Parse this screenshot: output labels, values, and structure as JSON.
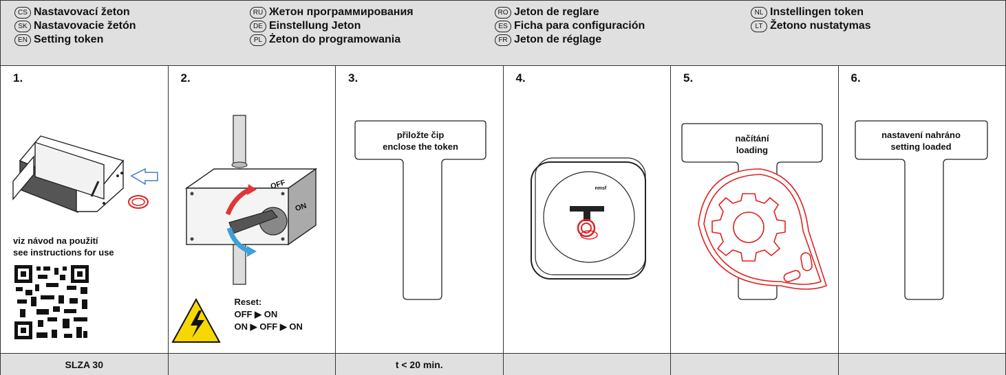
{
  "header": {
    "languages": [
      [
        {
          "code": "CS",
          "title": "Nastavovací žeton"
        },
        {
          "code": "SK",
          "title": "Nastavovacie žetón"
        },
        {
          "code": "EN",
          "title": "Setting token"
        }
      ],
      [
        {
          "code": "RU",
          "title": "Жетон программирования"
        },
        {
          "code": "DE",
          "title": "Einstellung Jeton"
        },
        {
          "code": "PL",
          "title": "Żeton do programowania"
        }
      ],
      [
        {
          "code": "RO",
          "title": "Jeton de reglare"
        },
        {
          "code": "ES",
          "title": "Ficha para configuración"
        },
        {
          "code": "FR",
          "title": "Jeton de réglage"
        }
      ],
      [
        {
          "code": "NL",
          "title": "Instellingen token"
        },
        {
          "code": "LT",
          "title": "Žetono nustatymas"
        }
      ]
    ]
  },
  "steps": [
    {
      "number": "1.",
      "text1": "viz návod na použití",
      "text2": "see instructions for use"
    },
    {
      "number": "2.",
      "reset_title": "Reset:",
      "reset_line1": "OFF ▶ ON",
      "reset_line2": "ON ▶ OFF ▶ ON",
      "switch_off": "OFF",
      "switch_on": "ON"
    },
    {
      "number": "3.",
      "label1": "přiložte čip",
      "label2": "enclose the token"
    },
    {
      "number": "4.",
      "brand": "nmsf"
    },
    {
      "number": "5.",
      "label1": "načítání",
      "label2": "loading"
    },
    {
      "number": "6.",
      "label1": "nastavení nahráno",
      "label2": "setting loaded"
    }
  ],
  "footer": [
    "SLZA 30",
    "",
    "t < 20 min.",
    "",
    "",
    ""
  ],
  "colors": {
    "header_bg": "#e0e0e0",
    "token_red": "#e02020",
    "arrow_red": "#e23636",
    "arrow_blue": "#3f9fd8",
    "warning_yellow": "#f6d800"
  }
}
